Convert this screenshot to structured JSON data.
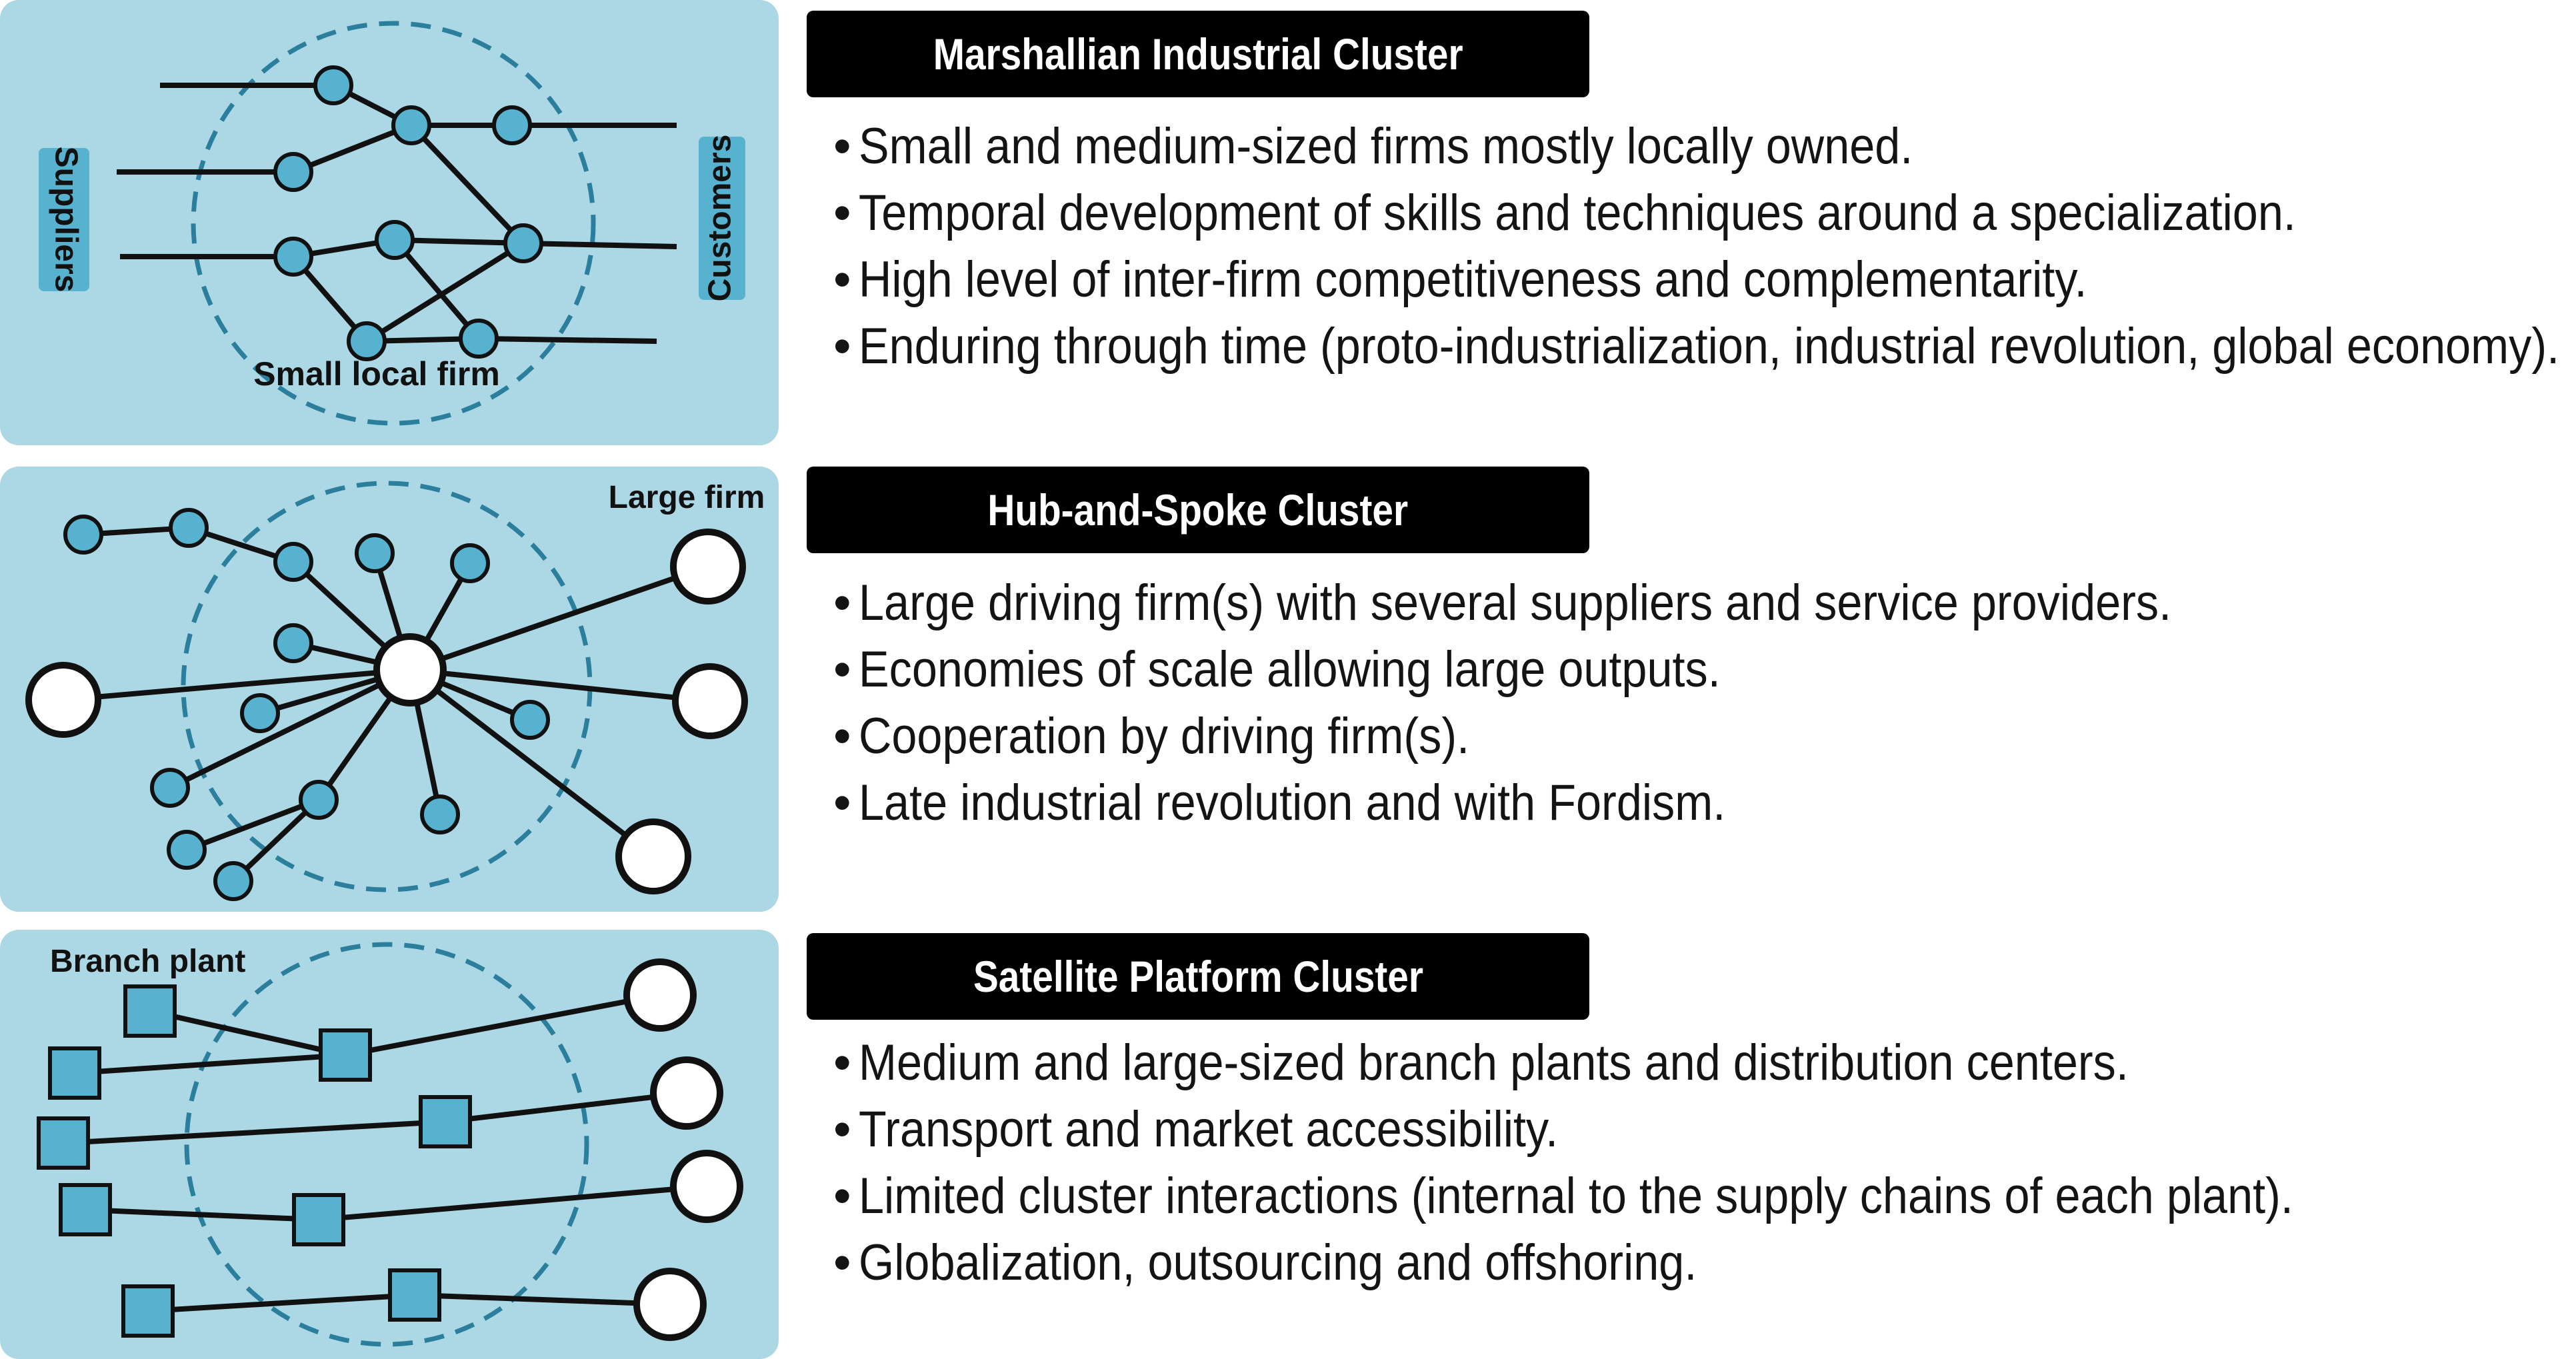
{
  "colors": {
    "panel_bg": "#acd8e5",
    "node_fill": "#56b2cf",
    "dash_circle": "#2c7f9c",
    "title_bg": "#000000"
  },
  "sections": [
    {
      "title": "Marshallian Industrial Cluster",
      "labels": {
        "left": "Suppliers",
        "right": "Customers",
        "node": "Small local firm"
      },
      "bullets": [
        "Small and medium-sized firms mostly locally owned.",
        "Temporal development of skills and techniques around a specialization.",
        "High level of inter-firm competitiveness and complementarity.",
        "Enduring through time (proto-industrialization, industrial revolution, global economy)."
      ]
    },
    {
      "title": "Hub-and-Spoke Cluster",
      "labels": {
        "node": "Large firm"
      },
      "bullets": [
        "Large driving firm(s) with several suppliers and service providers.",
        "Economies of scale allowing large outputs.",
        "Cooperation by driving firm(s).",
        "Late industrial revolution and with Fordism."
      ]
    },
    {
      "title": "Satellite Platform Cluster",
      "labels": {
        "node": "Branch plant"
      },
      "bullets": [
        "Medium and large-sized branch plants and distribution centers.",
        "Transport and market accessibility.",
        "Limited cluster interactions (internal to the supply chains of each plant).",
        "Globalization, outsourcing and offshoring."
      ]
    }
  ]
}
